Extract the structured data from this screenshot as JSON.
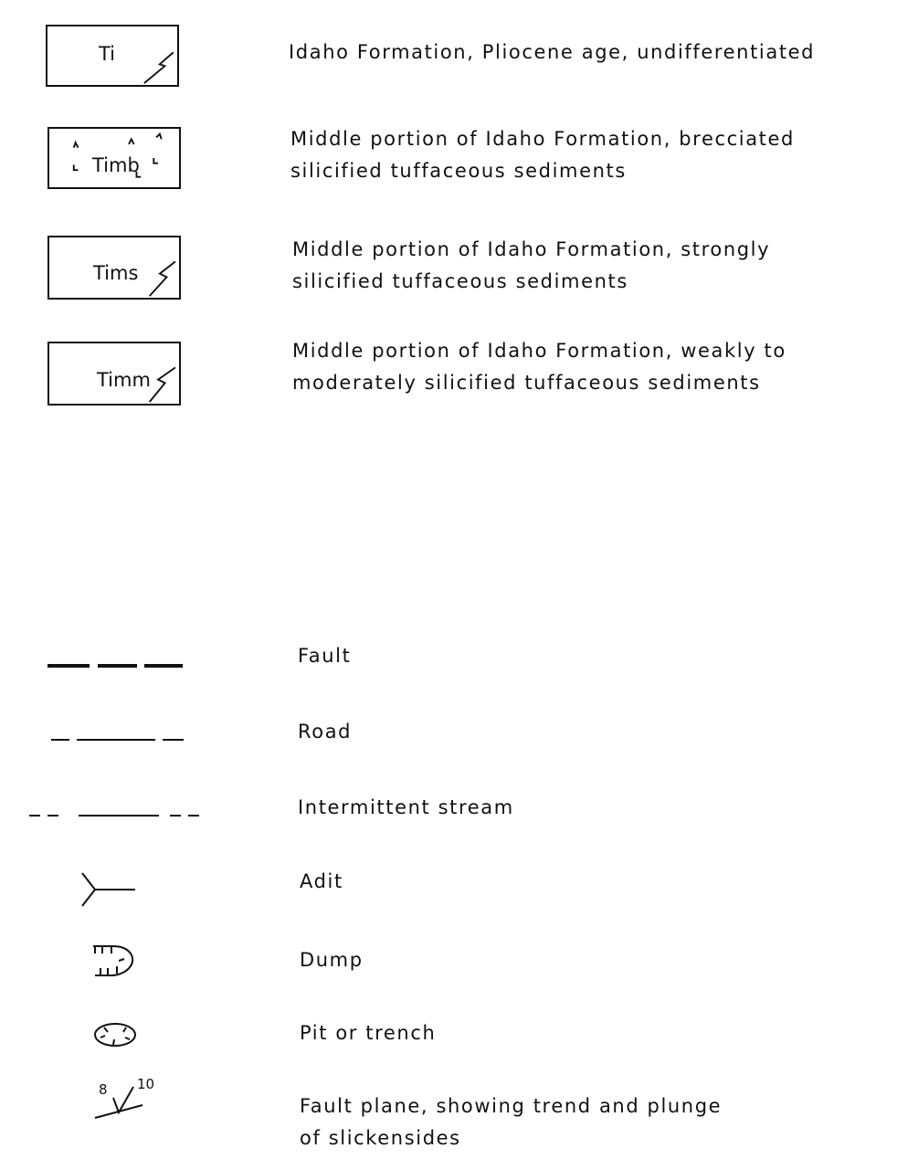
{
  "units": [
    {
      "symbol": "Ti",
      "description": [
        "Idaho Formation, Pliocene age, undifferentiated"
      ]
    },
    {
      "symbol": "Timb",
      "description": [
        "Middle portion of Idaho Formation, brecciated",
        "silicified tuffaceous sediments"
      ]
    },
    {
      "symbol": "Tims",
      "description": [
        "Middle portion of Idaho Formation, strongly",
        "silicified tuffaceous sediments"
      ]
    },
    {
      "symbol": "Timm",
      "description": [
        "Middle portion of Idaho Formation, weakly to",
        "moderately silicified tuffaceous sediments"
      ]
    }
  ],
  "symbols": [
    {
      "icon": "fault-line-icon",
      "label": "Fault"
    },
    {
      "icon": "road-line-icon",
      "label": "Road"
    },
    {
      "icon": "intermittent-stream-line-icon",
      "label": "Intermittent stream"
    },
    {
      "icon": "adit-icon",
      "label": "Adit"
    },
    {
      "icon": "dump-icon",
      "label": "Dump"
    },
    {
      "icon": "pit-or-trench-icon",
      "label": "Pit or trench"
    },
    {
      "icon": "fault-plane-slickensides-icon",
      "label": [
        "Fault plane, showing trend and plunge",
        "of slickensides"
      ],
      "trend_value": "8",
      "plunge_value": "10"
    }
  ]
}
